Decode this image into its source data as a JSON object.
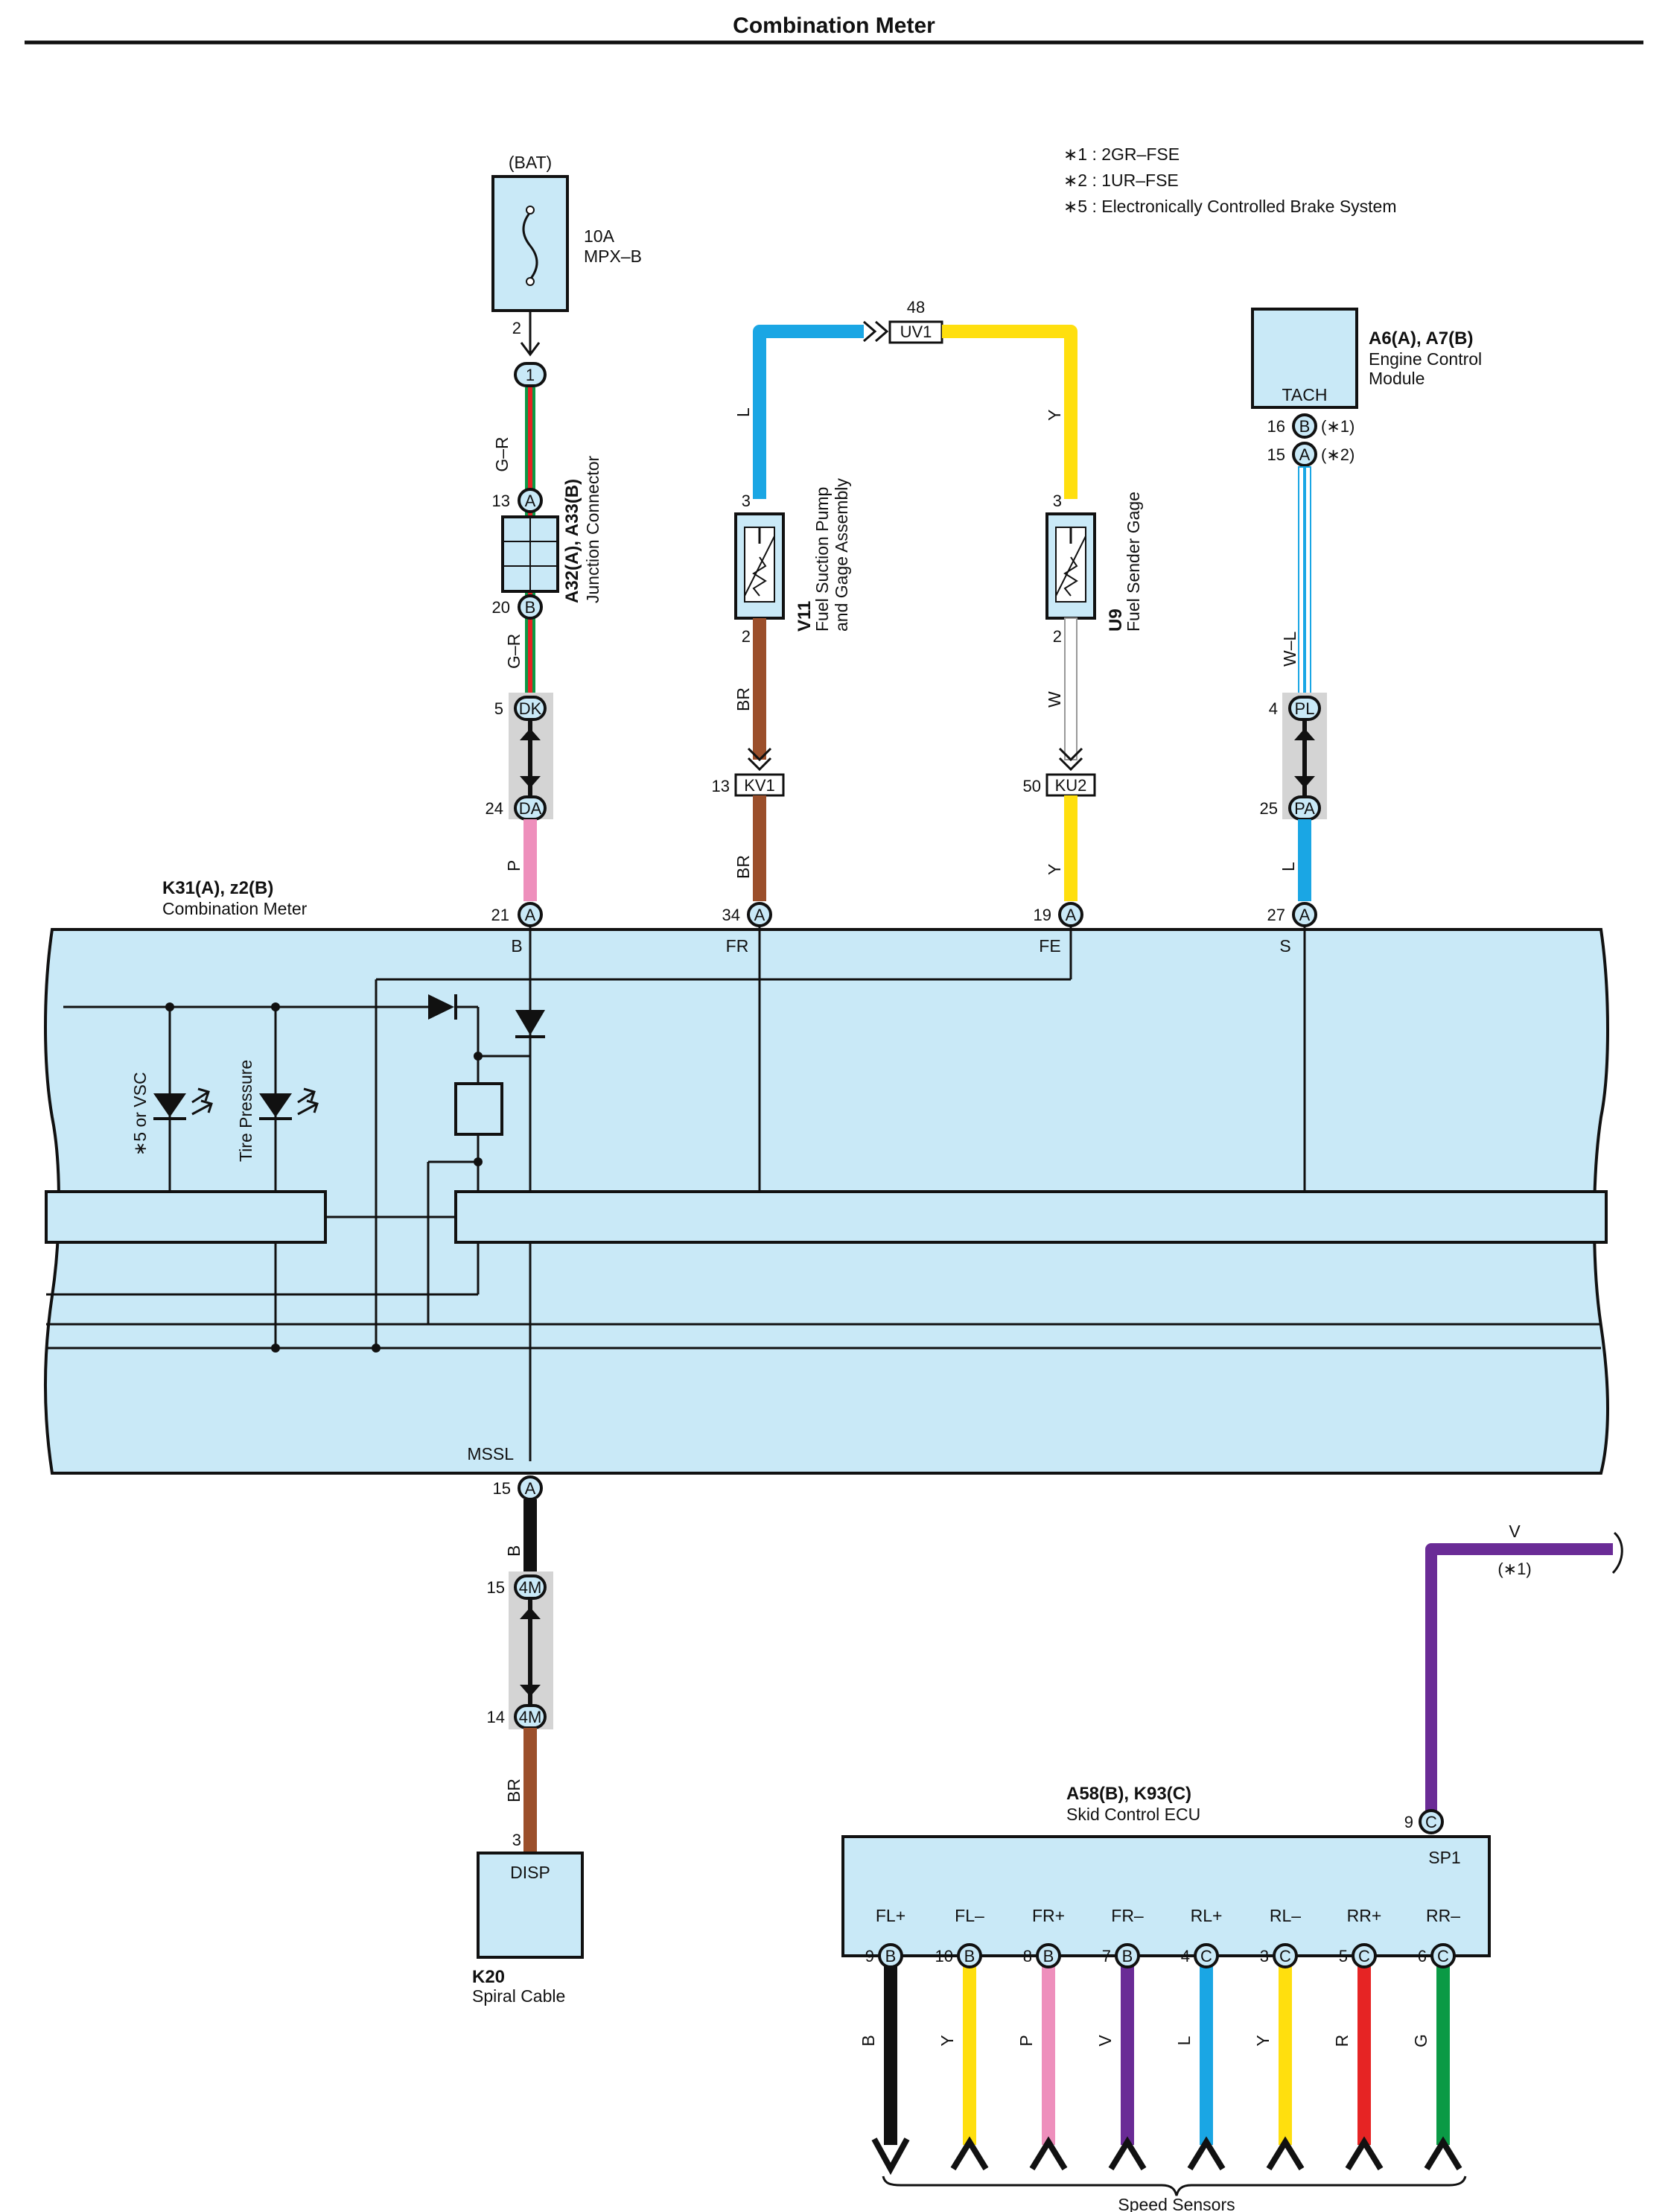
{
  "title": "Combination Meter",
  "notes": [
    "∗1 : 2GR–FSE",
    "∗2 : 1UR–FSE",
    "∗5 : Electronically Controlled Brake System"
  ],
  "colors": {
    "box_fill": "#c9e9f7",
    "blue": "#1aa6e4",
    "yellow": "#ffdf0e",
    "brown": "#9b4f2b",
    "pink": "#ee8fbc",
    "purple": "#6a2b96",
    "green": "#0a9a45",
    "red": "#e62424",
    "black": "#111111",
    "white": "#ffffff",
    "splice_gray": "#d4d4d4"
  },
  "fuse": {
    "label": "(BAT)",
    "rating": "10A",
    "name": "MPX–B",
    "pin": "2"
  },
  "jc_top": {
    "pin": "1"
  },
  "junction": {
    "code_a": "A32(A), A33(B)",
    "name": "Junction Connector",
    "pin_top": "13",
    "conn_top": "A",
    "pin_bot": "20",
    "conn_bot": "B"
  },
  "splice_dk": {
    "pin_top": "5",
    "conn_top": "DK",
    "pin_bot": "24",
    "conn_bot": "DA"
  },
  "splice_pl": {
    "pin_top": "4",
    "conn_top": "PL",
    "pin_bot": "25",
    "conn_bot": "PA"
  },
  "splice_4m": {
    "pin_top": "15",
    "conn_top": "4M",
    "pin_bot": "14",
    "conn_bot": "4M"
  },
  "uv1": {
    "pin": "48",
    "name": "UV1"
  },
  "kv1": {
    "pin": "13",
    "name": "KV1"
  },
  "ku2": {
    "pin": "50",
    "name": "KU2"
  },
  "v11": {
    "code": "V11",
    "name1": "Fuel Suction Pump",
    "name2": "and Gage Assembly",
    "pin_top": "3",
    "pin_bot": "2"
  },
  "u9": {
    "code": "U9",
    "name": "Fuel Sender Gage",
    "pin_top": "3",
    "pin_bot": "2"
  },
  "ecm": {
    "code": "A6(A), A7(B)",
    "name1": "Engine Control",
    "name2": "Module",
    "terminal": "TACH",
    "pin1": "16",
    "conn1": "B",
    "note1": "(∗1)",
    "pin2": "15",
    "conn2": "A",
    "note2": "(∗2)"
  },
  "wire_labels": {
    "gr1": "G–R",
    "gr2": "G–R",
    "p": "P",
    "l_top": "L",
    "br_top": "BR",
    "br_mid": "BR",
    "y_top": "Y",
    "w": "W",
    "y_mid": "Y",
    "wl": "W–L",
    "l_mid": "L",
    "b_bot": "B",
    "br_bot": "BR",
    "v_sp": "V",
    "v_note": "(∗1)"
  },
  "meter": {
    "code": "K31(A), z2(B)",
    "name": "Combination Meter",
    "pins": [
      {
        "pin": "21",
        "conn": "A",
        "term": "B"
      },
      {
        "pin": "34",
        "conn": "A",
        "term": "FR"
      },
      {
        "pin": "19",
        "conn": "A",
        "term": "FE"
      },
      {
        "pin": "27",
        "conn": "A",
        "term": "S"
      }
    ],
    "bottom_pin": "15",
    "bottom_conn": "A",
    "bottom_term": "MSSL",
    "led1": "∗5 or VSC",
    "led2": "Tire Pressure"
  },
  "spiral": {
    "code": "K20",
    "name": "Spiral Cable",
    "terminal": "DISP",
    "pin": "3"
  },
  "skid": {
    "code": "A58(B), K93(C)",
    "name": "Skid Control ECU",
    "sp1_pin": "9",
    "sp1_conn": "C",
    "sp1_term": "SP1",
    "pins": [
      {
        "pin": "9",
        "conn": "B",
        "term": "FL+",
        "wire": "B"
      },
      {
        "pin": "10",
        "conn": "B",
        "term": "FL–",
        "wire": "Y"
      },
      {
        "pin": "8",
        "conn": "B",
        "term": "FR+",
        "wire": "P"
      },
      {
        "pin": "7",
        "conn": "B",
        "term": "FR–",
        "wire": "V"
      },
      {
        "pin": "4",
        "conn": "C",
        "term": "RL+",
        "wire": "L"
      },
      {
        "pin": "3",
        "conn": "C",
        "term": "RL–",
        "wire": "Y"
      },
      {
        "pin": "5",
        "conn": "C",
        "term": "RR+",
        "wire": "R"
      },
      {
        "pin": "6",
        "conn": "C",
        "term": "RR–",
        "wire": "G"
      }
    ]
  },
  "speed_sensors": "Speed Sensors"
}
